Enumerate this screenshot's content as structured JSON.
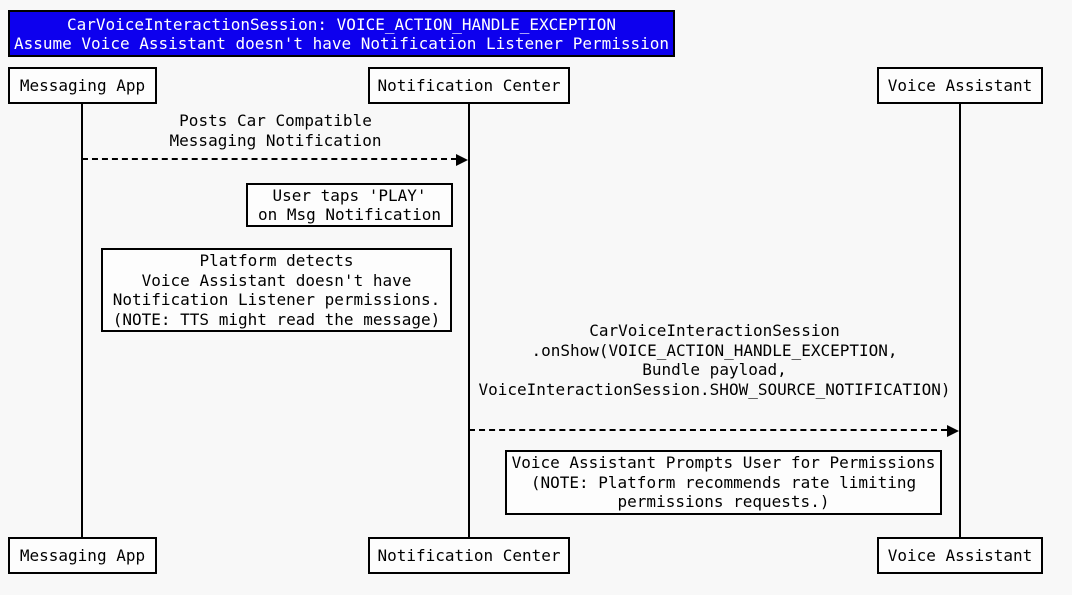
{
  "colors": {
    "page_bg": "#f8f8f8",
    "box_bg": "#fdfdfd",
    "border": "#000000",
    "text": "#000000",
    "title_bg": "#0d00ee",
    "title_text": "#ffffff"
  },
  "title": {
    "line1": "CarVoiceInteractionSession: VOICE_ACTION_HANDLE_EXCEPTION",
    "line2": "Assume Voice Assistant doesn't have Notification Listener Permission"
  },
  "participants": [
    {
      "name": "Messaging App"
    },
    {
      "name": "Notification Center"
    },
    {
      "name": "Voice Assistant"
    }
  ],
  "messages": [
    {
      "from": "Messaging App",
      "to": "Notification Center",
      "arrow_style": "dashed",
      "lines": [
        "Posts Car Compatible",
        "Messaging Notification"
      ]
    },
    {
      "from": "Notification Center",
      "to": "Voice Assistant",
      "arrow_style": "dashed",
      "lines": [
        "CarVoiceInteractionSession",
        ".onShow(VOICE_ACTION_HANDLE_EXCEPTION,",
        "Bundle payload,",
        "VoiceInteractionSession.SHOW_SOURCE_NOTIFICATION)"
      ]
    }
  ],
  "notes": [
    {
      "lines": [
        "User taps 'PLAY'",
        "on Msg Notification"
      ]
    },
    {
      "lines": [
        "Platform detects",
        "Voice Assistant doesn't have",
        "Notification Listener permissions.",
        "(NOTE: TTS might read the message)"
      ]
    },
    {
      "lines": [
        "Voice Assistant Prompts User for Permissions",
        "(NOTE: Platform recommends rate limiting",
        "permissions requests.)"
      ]
    }
  ]
}
